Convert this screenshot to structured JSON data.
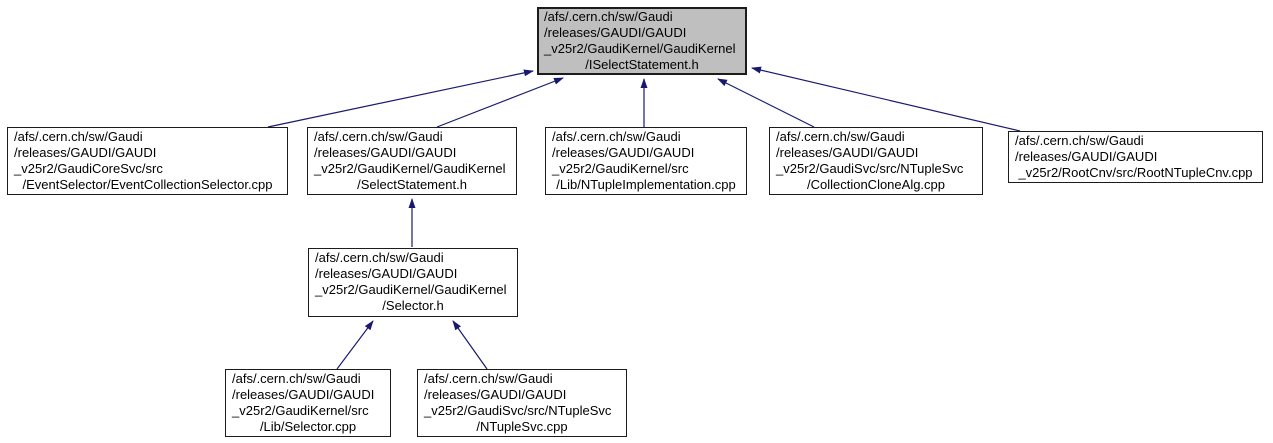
{
  "diagram": {
    "kind": "include-dependency-graph",
    "background_color": "#ffffff",
    "edge_color": "#191970",
    "root_fill_color": "#bfbfbf",
    "node_fill_color": "#ffffff",
    "node_border_color": "#1c1c1c",
    "text_color": "#000000",
    "nodes": {
      "iselectstatement_h": {
        "role": "root",
        "lines": [
          "/afs/.cern.ch/sw/Gaudi",
          "/releases/GAUDI/GAUDI",
          "_v25r2/GaudiKernel/GaudiKernel",
          "/ISelectStatement.h"
        ]
      },
      "eventcollectionselector_cpp": {
        "role": "dependent",
        "lines": [
          "/afs/.cern.ch/sw/Gaudi",
          "/releases/GAUDI/GAUDI",
          "_v25r2/GaudiCoreSvc/src",
          "/EventSelector/EventCollectionSelector.cpp"
        ]
      },
      "selectstatement_h": {
        "role": "dependent",
        "lines": [
          "/afs/.cern.ch/sw/Gaudi",
          "/releases/GAUDI/GAUDI",
          "_v25r2/GaudiKernel/GaudiKernel",
          "/SelectStatement.h"
        ]
      },
      "ntupleimplementation_cpp": {
        "role": "dependent",
        "lines": [
          "/afs/.cern.ch/sw/Gaudi",
          "/releases/GAUDI/GAUDI",
          "_v25r2/GaudiKernel/src",
          "/Lib/NTupleImplementation.cpp"
        ]
      },
      "collectionclonealg_cpp": {
        "role": "dependent",
        "lines": [
          "/afs/.cern.ch/sw/Gaudi",
          "/releases/GAUDI/GAUDI",
          "_v25r2/GaudiSvc/src/NTupleSvc",
          "/CollectionCloneAlg.cpp"
        ]
      },
      "rootntuplecnv_cpp": {
        "role": "dependent",
        "lines": [
          "/afs/.cern.ch/sw/Gaudi",
          "/releases/GAUDI/GAUDI",
          "_v25r2/RootCnv/src/RootNTupleCnv.cpp"
        ]
      },
      "selector_h": {
        "role": "dependent",
        "lines": [
          "/afs/.cern.ch/sw/Gaudi",
          "/releases/GAUDI/GAUDI",
          "_v25r2/GaudiKernel/GaudiKernel",
          "/Selector.h"
        ]
      },
      "selector_cpp": {
        "role": "dependent",
        "lines": [
          "/afs/.cern.ch/sw/Gaudi",
          "/releases/GAUDI/GAUDI",
          "_v25r2/GaudiKernel/src",
          "/Lib/Selector.cpp"
        ]
      },
      "ntuplesvc_cpp": {
        "role": "dependent",
        "lines": [
          "/afs/.cern.ch/sw/Gaudi",
          "/releases/GAUDI/GAUDI",
          "_v25r2/GaudiSvc/src/NTupleSvc",
          "/NTupleSvc.cpp"
        ]
      }
    },
    "edges": [
      {
        "from": "eventcollectionselector_cpp",
        "to": "iselectstatement_h"
      },
      {
        "from": "selectstatement_h",
        "to": "iselectstatement_h"
      },
      {
        "from": "ntupleimplementation_cpp",
        "to": "iselectstatement_h"
      },
      {
        "from": "collectionclonealg_cpp",
        "to": "iselectstatement_h"
      },
      {
        "from": "rootntuplecnv_cpp",
        "to": "iselectstatement_h"
      },
      {
        "from": "selector_h",
        "to": "selectstatement_h"
      },
      {
        "from": "selector_cpp",
        "to": "selector_h"
      },
      {
        "from": "ntuplesvc_cpp",
        "to": "selector_h"
      }
    ]
  }
}
